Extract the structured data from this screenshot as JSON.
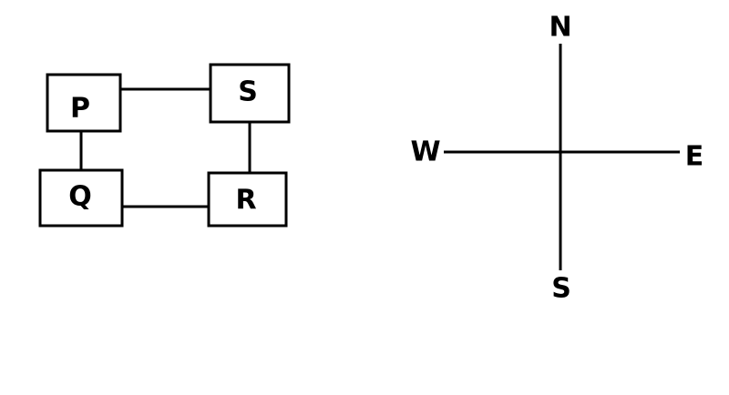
{
  "boxes": {
    "p": "P",
    "s": "S",
    "q": "Q",
    "r": "R"
  },
  "compass": {
    "north": "N",
    "south": "S",
    "east": "E",
    "west": "W"
  }
}
